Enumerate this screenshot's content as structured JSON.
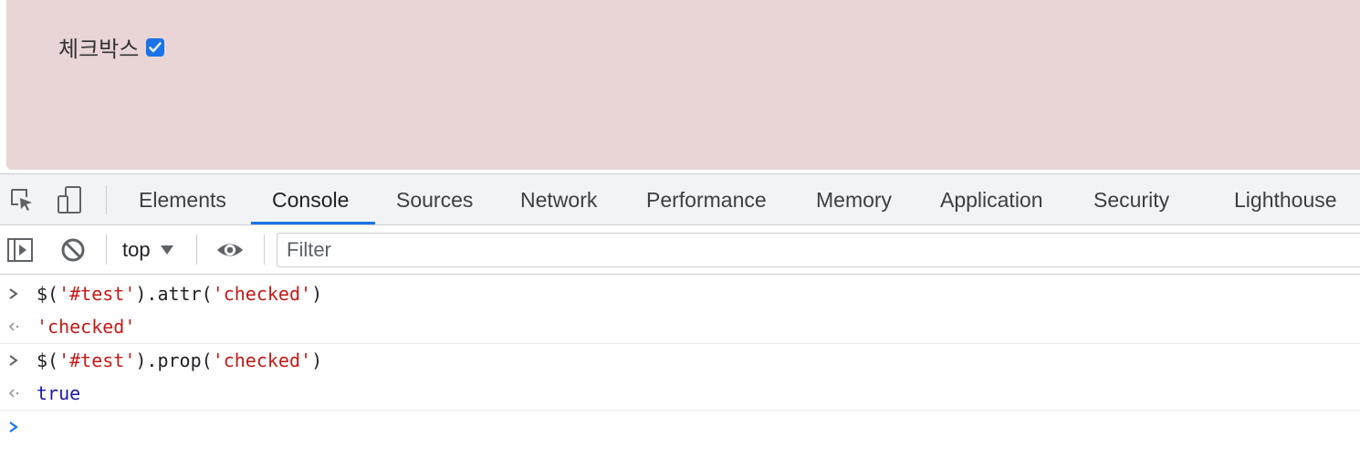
{
  "page": {
    "label": "체크박스",
    "checkbox_checked": true
  },
  "devtools": {
    "tabs": [
      {
        "label": "Elements"
      },
      {
        "label": "Console"
      },
      {
        "label": "Sources"
      },
      {
        "label": "Network"
      },
      {
        "label": "Performance"
      },
      {
        "label": "Memory"
      },
      {
        "label": "Application"
      },
      {
        "label": "Security"
      },
      {
        "label": "Lighthouse"
      }
    ],
    "active_tab": "Console",
    "toolbar": {
      "context": "top",
      "filter_placeholder": "Filter"
    },
    "console": {
      "entries": [
        {
          "kind": "input",
          "parts": [
            "$(",
            "'#test'",
            ").attr(",
            "'checked'",
            ")"
          ]
        },
        {
          "kind": "result",
          "value": "'checked'"
        },
        {
          "kind": "input",
          "parts": [
            "$(",
            "'#test'",
            ").prop(",
            "'checked'",
            ")"
          ]
        },
        {
          "kind": "result",
          "value": "true"
        }
      ]
    },
    "colors": {
      "accent": "#1a73e8",
      "string": "#c41a16",
      "keyword": "#1a1aa6",
      "page_bg": "#e9d5d5"
    }
  }
}
